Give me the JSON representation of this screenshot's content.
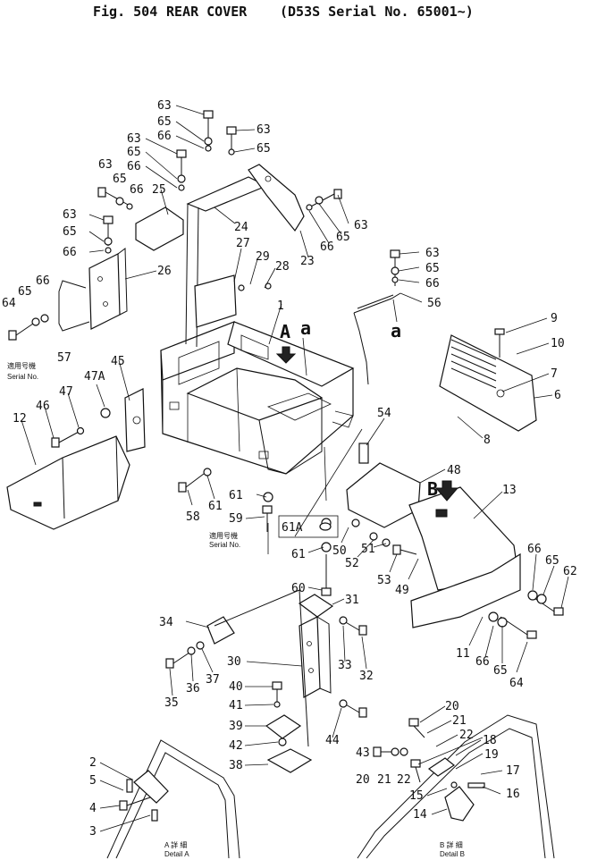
{
  "header": {
    "fig": "Fig. 504",
    "title": "REAR COVER",
    "applicability": "(D53S Serial No. 65001~)"
  },
  "callouts": {
    "c63a": "63",
    "c65a": "65",
    "c66a": "66",
    "c63b": "63",
    "c65b": "65",
    "c63c": "63",
    "c65c": "65",
    "c66c": "66",
    "c63d": "63",
    "c65d": "65",
    "c66d": "66",
    "c25": "25",
    "c24": "24",
    "c63e": "63",
    "c65e": "65",
    "c66e": "66",
    "c23": "23",
    "c66f": "66",
    "c65f": "65",
    "c63f": "63",
    "c27": "27",
    "c29": "29",
    "c28": "28",
    "c26": "26",
    "c66g": "66",
    "c65g": "65",
    "c64a": "64",
    "c57": "57",
    "c63g": "63",
    "c65h": "65",
    "c66h": "66",
    "c56": "56",
    "c_a1": "a",
    "c1": "1",
    "c_A": "A",
    "c_a2": "a",
    "c9": "9",
    "c10": "10",
    "c7": "7",
    "c6": "6",
    "c8": "8",
    "c45": "45",
    "c47A": "47A",
    "c47": "47",
    "c46": "46",
    "c12": "12",
    "c54": "54",
    "c48": "48",
    "c_B": "B",
    "c13": "13",
    "c58": "58",
    "c61a": "61",
    "c61b": "61",
    "c59": "59",
    "c61A": "61A",
    "c50": "50",
    "c52": "52",
    "c51": "51",
    "c53": "53",
    "c49": "49",
    "c61c": "61",
    "c60": "60",
    "c66i": "66",
    "c65i": "65",
    "c62": "62",
    "c11": "11",
    "c66j": "66",
    "c65j": "65",
    "c64b": "64",
    "c31": "31",
    "c34": "34",
    "c33": "33",
    "c32": "32",
    "c35": "35",
    "c36": "36",
    "c37": "37",
    "c30": "30",
    "c40": "40",
    "c41": "41",
    "c39": "39",
    "c42": "42",
    "c38": "38",
    "c44": "44",
    "c43": "43",
    "c20a": "20",
    "c21a": "21",
    "c22a": "22",
    "c20b": "20",
    "c21b": "21",
    "c22b": "22",
    "c18": "18",
    "c19": "19",
    "c17": "17",
    "c15": "15",
    "c16": "16",
    "c14": "14",
    "c2": "2",
    "c5": "5",
    "c4": "4",
    "c3": "3"
  },
  "notes": {
    "serial_a_jp": "適用号機",
    "serial_a_en": "Serial No.",
    "serial_b_jp": "適用号機",
    "serial_b_en": "Serial No.",
    "detail_a_jp": "A 詳 細",
    "detail_a_en": "Detail A",
    "detail_b_jp": "B 詳 細",
    "detail_b_en": "Detail B"
  }
}
